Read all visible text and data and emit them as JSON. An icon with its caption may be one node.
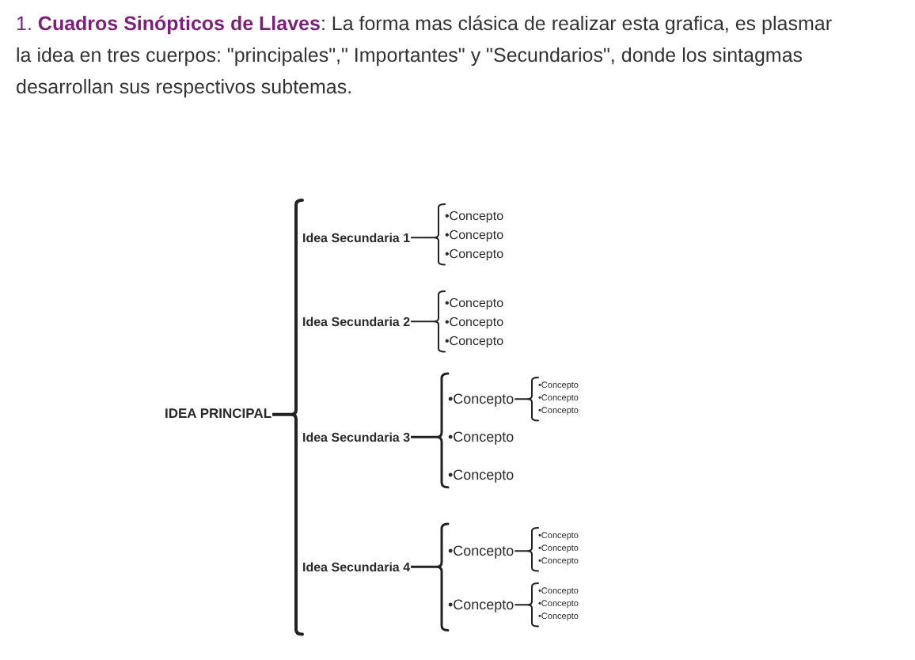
{
  "diagram": {
    "caption": "1. **Cuadros Sinópticos de Llaves**: La forma mas clásica de realizar esta grafica, es plasmar la idea en tres cuerpos: \"principales\",\" Importantes\" y \"Secundarios\", donde los sintagmas desarrollan sus respectivos subtemas.",
    "nodes": [
      {
        "text": [
          "IDEA PRINCIPAL"
        ]
      },
      {
        "text": [
          "Idea Secundaria 1"
        ]
      },
      {
        "text": [
          "•Concepto"
        ]
      },
      {
        "text": [
          "•Concepto"
        ]
      },
      {
        "text": [
          "•Concepto"
        ]
      },
      {
        "text": [
          "Idea Secundaria 2"
        ]
      },
      {
        "text": [
          "•Concepto"
        ]
      },
      {
        "text": [
          "•Concepto"
        ]
      },
      {
        "text": [
          "•Concepto"
        ]
      },
      {
        "text": [
          "Idea Secundaria 3"
        ]
      },
      {
        "text": [
          "•Concepto"
        ]
      },
      {
        "text": [
          "•Concepto"
        ]
      },
      {
        "text": [
          "•Concepto"
        ]
      },
      {
        "text": [
          "•Concepto"
        ]
      },
      {
        "text": [
          "•Concepto"
        ]
      },
      {
        "text": [
          "•Concepto"
        ]
      },
      {
        "text": [
          "Idea Secundaria 4"
        ]
      },
      {
        "text": [
          "•Concepto"
        ]
      },
      {
        "text": [
          "•Concepto"
        ]
      },
      {
        "text": [
          "•Concepto"
        ]
      },
      {
        "text": [
          "•Concepto"
        ]
      },
      {
        "text": [
          "•Concepto"
        ]
      },
      {
        "text": [
          "•Concepto"
        ]
      },
      {
        "text": [
          "•Concepto"
        ]
      },
      {
        "text": [
          "•Concepto"
        ]
      }
    ],
    "edges": [
      {
        "from": 0,
        "to": 1,
        "arrow": "none"
      },
      {
        "from": 0,
        "to": 5,
        "arrow": "none"
      },
      {
        "from": 0,
        "to": 9,
        "arrow": "none"
      },
      {
        "from": 0,
        "to": 16,
        "arrow": "none"
      },
      {
        "from": 1,
        "to": 2,
        "arrow": "none"
      },
      {
        "from": 1,
        "to": 3,
        "arrow": "none"
      },
      {
        "from": 1,
        "to": 4,
        "arrow": "none"
      },
      {
        "from": 5,
        "to": 6,
        "arrow": "none"
      },
      {
        "from": 5,
        "to": 7,
        "arrow": "none"
      },
      {
        "from": 5,
        "to": 8,
        "arrow": "none"
      },
      {
        "from": 9,
        "to": 10,
        "arrow": "none"
      },
      {
        "from": 9,
        "to": 14,
        "arrow": "none"
      },
      {
        "from": 9,
        "to": 15,
        "arrow": "none"
      },
      {
        "from": 10,
        "to": 11,
        "arrow": "none"
      },
      {
        "from": 10,
        "to": 12,
        "arrow": "none"
      },
      {
        "from": 10,
        "to": 13,
        "arrow": "none"
      },
      {
        "from": 16,
        "to": 17,
        "arrow": "none"
      },
      {
        "from": 16,
        "to": 21,
        "arrow": "none"
      },
      {
        "from": 17,
        "to": 18,
        "arrow": "none"
      },
      {
        "from": 17,
        "to": 19,
        "arrow": "none"
      },
      {
        "from": 17,
        "to": 20,
        "arrow": "none"
      },
      {
        "from": 21,
        "to": 22,
        "arrow": "none"
      },
      {
        "from": 21,
        "to": 23,
        "arrow": "none"
      },
      {
        "from": 21,
        "to": 24,
        "arrow": "none"
      }
    ]
  }
}
